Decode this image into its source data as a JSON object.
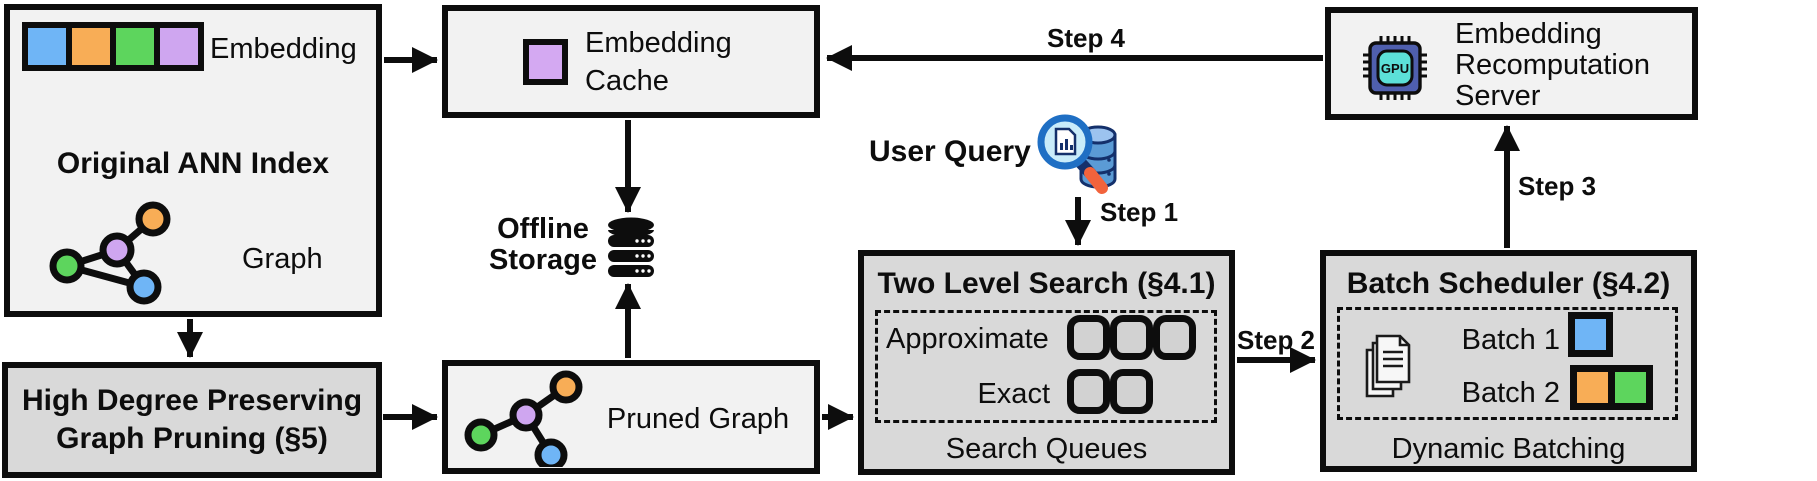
{
  "figure": {
    "ann_index": {
      "title": "Original ANN Index",
      "embedding_label": "Embedding",
      "graph_label": "Graph"
    },
    "graph_pruning": {
      "line1": "High Degree Preserving",
      "line2": "Graph Pruning (§5)"
    },
    "embedding_cache": {
      "line1": "Embedding",
      "line2": "Cache"
    },
    "offline_storage": {
      "line1": "Offline",
      "line2": "Storage"
    },
    "pruned_graph": {
      "label": "Pruned Graph"
    },
    "user_query": {
      "label": "User Query"
    },
    "two_level_search": {
      "title": "Two Level Search (§4.1)",
      "row1_label": "Approximate",
      "row1_slots": 3,
      "row2_label": "Exact",
      "row2_slots": 2,
      "caption": "Search Queues"
    },
    "batch_scheduler": {
      "title": "Batch Scheduler (§4.2)",
      "batch1_label": "Batch 1",
      "batch1_colors": [
        "#6fb5f6"
      ],
      "batch2_label": "Batch 2",
      "batch2_colors": [
        "#f8ad56",
        "#5dd55d"
      ],
      "caption": "Dynamic Batching"
    },
    "recompute_server": {
      "line1": "Embedding",
      "line2": "Recomputation",
      "line3": "Server",
      "chip_label": "GPU"
    },
    "steps": {
      "s1": "Step 1",
      "s2": "Step 2",
      "s3": "Step 3",
      "s4": "Step 4"
    },
    "colors": {
      "box_light": "#f2f2f2",
      "box_dark": "#d9d9d9",
      "outline": "#0d0d0d",
      "node_blue": "#6fb5f6",
      "node_orange": "#f8ad56",
      "node_green": "#5dd55d",
      "node_purple": "#cfa6f0",
      "gpu_body": "#4f5fae",
      "gpu_core": "#5ce0d8",
      "query_handle": "#f2633c",
      "query_db": "#5b9bd5"
    }
  }
}
